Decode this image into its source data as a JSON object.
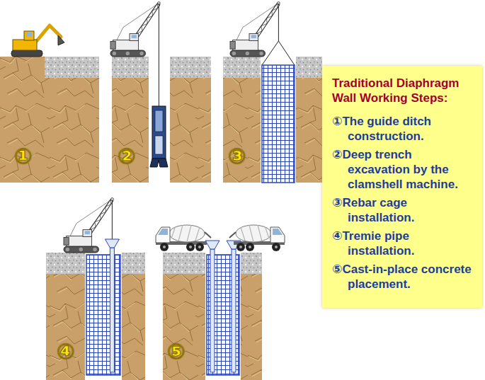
{
  "diagram": {
    "nodes": [
      {
        "text": [
          "Traditional Diaphragm Wall Working Steps:",
          "①The guide ditch construction.",
          "②Deep trench excavation by the clamshell machine.",
          "③Rebar cage installation.",
          "④Tremie pipe installation.",
          "⑤Cast-in-place concrete placement."
        ]
      }
    ],
    "labels": [
      "①",
      "②",
      "③",
      "④",
      "⑤"
    ]
  }
}
